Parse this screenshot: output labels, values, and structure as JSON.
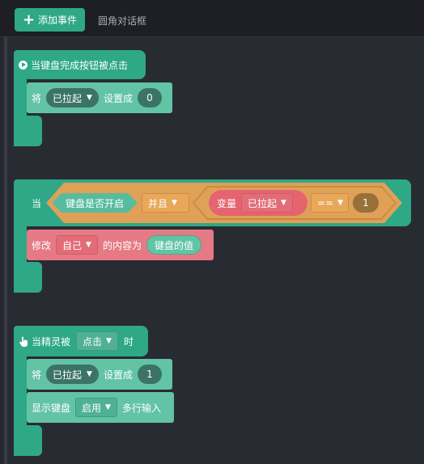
{
  "toolbar": {
    "add_event_label": "添加事件",
    "tab_label": "圆角对话框"
  },
  "block1": {
    "hat_label": "当键盘完成按钮被点击",
    "stmt": {
      "verb": "将",
      "var_name": "已拉起",
      "action": "设置成",
      "value": "0"
    }
  },
  "block2": {
    "hat_prefix": "当",
    "condition": "键盘是否开启",
    "logic_op": "并且",
    "compare": {
      "label": "变量",
      "var_name": "已拉起",
      "operator": "==",
      "value": "1"
    },
    "stmt": {
      "verb": "修改",
      "target": "自己",
      "middle": "的内容为",
      "value": "键盘的值"
    }
  },
  "block3": {
    "hat_prefix": "当精灵被",
    "event": "点击",
    "hat_suffix": "时",
    "stmt1": {
      "verb": "将",
      "var_name": "已拉起",
      "action": "设置成",
      "value": "1"
    },
    "stmt2": {
      "label": "显示键盘",
      "mode": "启用",
      "suffix": "多行输入"
    }
  },
  "colors": {
    "event_green": "#2ea886",
    "statement_teal": "#63c3a5",
    "operator_orange": "#e09a4e",
    "variable_pink": "#e5646f",
    "modify_pink": "#e57a85"
  }
}
